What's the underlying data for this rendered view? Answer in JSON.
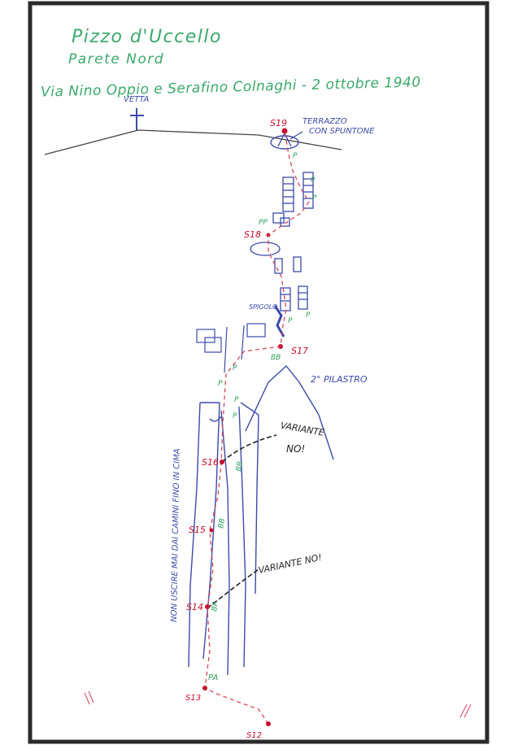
{
  "title": {
    "line1": "Pizzo d'Uccello",
    "line2": "Parete Nord",
    "line3": "Via Nino Oppio e Serafino Colnaghi - 2 ottobre 1940"
  },
  "labels": {
    "vetta": "VETTA",
    "terrazzo1": "TERRAZZO",
    "terrazzo2": "CON SPUNTONE",
    "spigolo": "SPIGOLO",
    "pilastro": "2° PILASTRO",
    "variante1a": "VARIANTE",
    "variante1b": "NO!",
    "variante2": "VARIANTE NO!",
    "camini": "NON USCIRE MAI DAI CAMINI FINO IN CIMA"
  },
  "stations": {
    "s12": "S12",
    "s13": "S13",
    "s14": "S14",
    "s15": "S15",
    "s16": "S16",
    "s17": "S17",
    "s18": "S18",
    "s19": "S19"
  },
  "protections": {
    "p": "P",
    "pp": "PP",
    "pa": "PA",
    "bb": "BB",
    "bp": "BP"
  },
  "colors": {
    "border": "#2b2b2b",
    "title": "#3aa86b",
    "route": "#d6455a",
    "rock": "#3b4aa8",
    "belay": "#c8102e",
    "black": "#222222",
    "green": "#2f9d5f"
  }
}
